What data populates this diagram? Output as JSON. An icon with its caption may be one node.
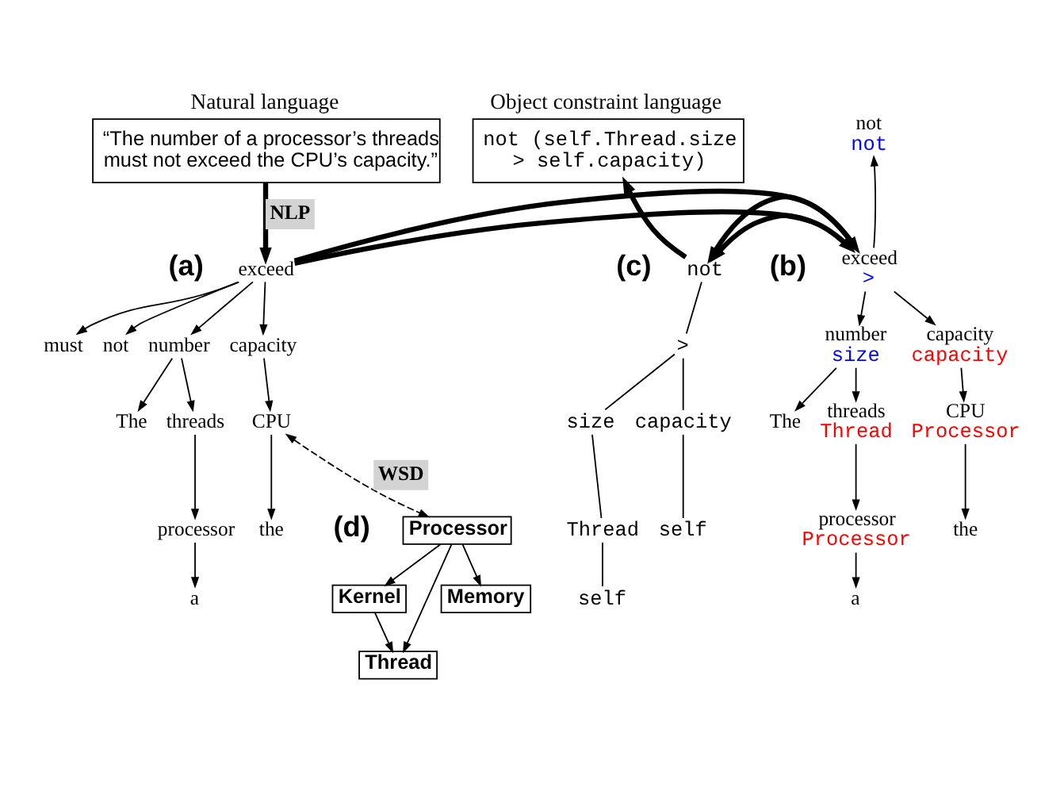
{
  "diagram": {
    "nodes": [
      {
        "text": [
          "Natural language",
          "“The number of a processor’s threads must not exceed the CPU’s capacity.”"
        ]
      },
      {
        "text": [
          "Object constraint language",
          "not (self.Thread.size > self.capacity)"
        ]
      },
      {
        "text": [
          "exceed"
        ]
      },
      {
        "text": [
          "must"
        ]
      },
      {
        "text": [
          "not"
        ]
      },
      {
        "text": [
          "number"
        ]
      },
      {
        "text": [
          "capacity"
        ]
      },
      {
        "text": [
          "The"
        ]
      },
      {
        "text": [
          "threads"
        ]
      },
      {
        "text": [
          "CPU"
        ]
      },
      {
        "text": [
          "processor"
        ]
      },
      {
        "text": [
          "the"
        ]
      },
      {
        "text": [
          "a"
        ]
      },
      {
        "text": [
          "exceed",
          ">"
        ]
      },
      {
        "text": [
          "not",
          "not"
        ]
      },
      {
        "text": [
          "number",
          "size"
        ]
      },
      {
        "text": [
          "The"
        ]
      },
      {
        "text": [
          "threads",
          "Thread"
        ]
      },
      {
        "text": [
          "processor",
          "Processor"
        ]
      },
      {
        "text": [
          "a"
        ]
      },
      {
        "text": [
          "capacity",
          "capacity"
        ]
      },
      {
        "text": [
          "CPU",
          "Processor"
        ]
      },
      {
        "text": [
          "the"
        ]
      },
      {
        "text": [
          "not"
        ]
      },
      {
        "text": [
          ">"
        ]
      },
      {
        "text": [
          "size"
        ]
      },
      {
        "text": [
          "capacity"
        ]
      },
      {
        "text": [
          "Thread"
        ]
      },
      {
        "text": [
          "self"
        ]
      },
      {
        "text": [
          "self"
        ]
      },
      {
        "text": [
          "Kernel"
        ]
      },
      {
        "text": [
          "Processor"
        ]
      },
      {
        "text": [
          "Thread"
        ]
      },
      {
        "text": [
          "Memory"
        ]
      }
    ],
    "edges": [
      {
        "from": 0,
        "to": 2,
        "arrow": "to",
        "label": "NLP",
        "style": "thick"
      },
      {
        "from": 2,
        "to": 3,
        "arrow": "to"
      },
      {
        "from": 2,
        "to": 4,
        "arrow": "to"
      },
      {
        "from": 2,
        "to": 5,
        "arrow": "to"
      },
      {
        "from": 2,
        "to": 6,
        "arrow": "to"
      },
      {
        "from": 5,
        "to": 7,
        "arrow": "to"
      },
      {
        "from": 5,
        "to": 8,
        "arrow": "to"
      },
      {
        "from": 8,
        "to": 10,
        "arrow": "to"
      },
      {
        "from": 10,
        "to": 12,
        "arrow": "to"
      },
      {
        "from": 6,
        "to": 9,
        "arrow": "to"
      },
      {
        "from": 9,
        "to": 11,
        "arrow": "to"
      },
      {
        "from": 2,
        "to": 13,
        "arrow": "to",
        "style": "thick"
      },
      {
        "from": 13,
        "to": 14,
        "arrow": "to"
      },
      {
        "from": 13,
        "to": 15,
        "arrow": "to"
      },
      {
        "from": 13,
        "to": 20,
        "arrow": "to"
      },
      {
        "from": 15,
        "to": 16,
        "arrow": "to"
      },
      {
        "from": 15,
        "to": 17,
        "arrow": "to"
      },
      {
        "from": 17,
        "to": 18,
        "arrow": "to"
      },
      {
        "from": 18,
        "to": 19,
        "arrow": "to"
      },
      {
        "from": 20,
        "to": 21,
        "arrow": "to"
      },
      {
        "from": 21,
        "to": 22,
        "arrow": "to"
      },
      {
        "from": 13,
        "to": 23,
        "arrow": "to",
        "style": "thick"
      },
      {
        "from": 23,
        "to": 1,
        "arrow": "to",
        "style": "thick"
      },
      {
        "from": 23,
        "to": 24,
        "arrow": "none"
      },
      {
        "from": 24,
        "to": 25,
        "arrow": "none"
      },
      {
        "from": 24,
        "to": 26,
        "arrow": "none"
      },
      {
        "from": 25,
        "to": 27,
        "arrow": "none"
      },
      {
        "from": 27,
        "to": 28,
        "arrow": "none"
      },
      {
        "from": 26,
        "to": 29,
        "arrow": "none"
      },
      {
        "from": 9,
        "to": 31,
        "arrow": "both",
        "label": "WSD",
        "style": "dashed"
      },
      {
        "from": 31,
        "to": 30,
        "arrow": "to"
      },
      {
        "from": 30,
        "to": 32,
        "arrow": "to"
      },
      {
        "from": 31,
        "to": 32,
        "arrow": "to"
      },
      {
        "from": 31,
        "to": 33,
        "arrow": "to"
      }
    ],
    "labels": [
      "(a)",
      "(b)",
      "(c)",
      "(d)"
    ]
  }
}
